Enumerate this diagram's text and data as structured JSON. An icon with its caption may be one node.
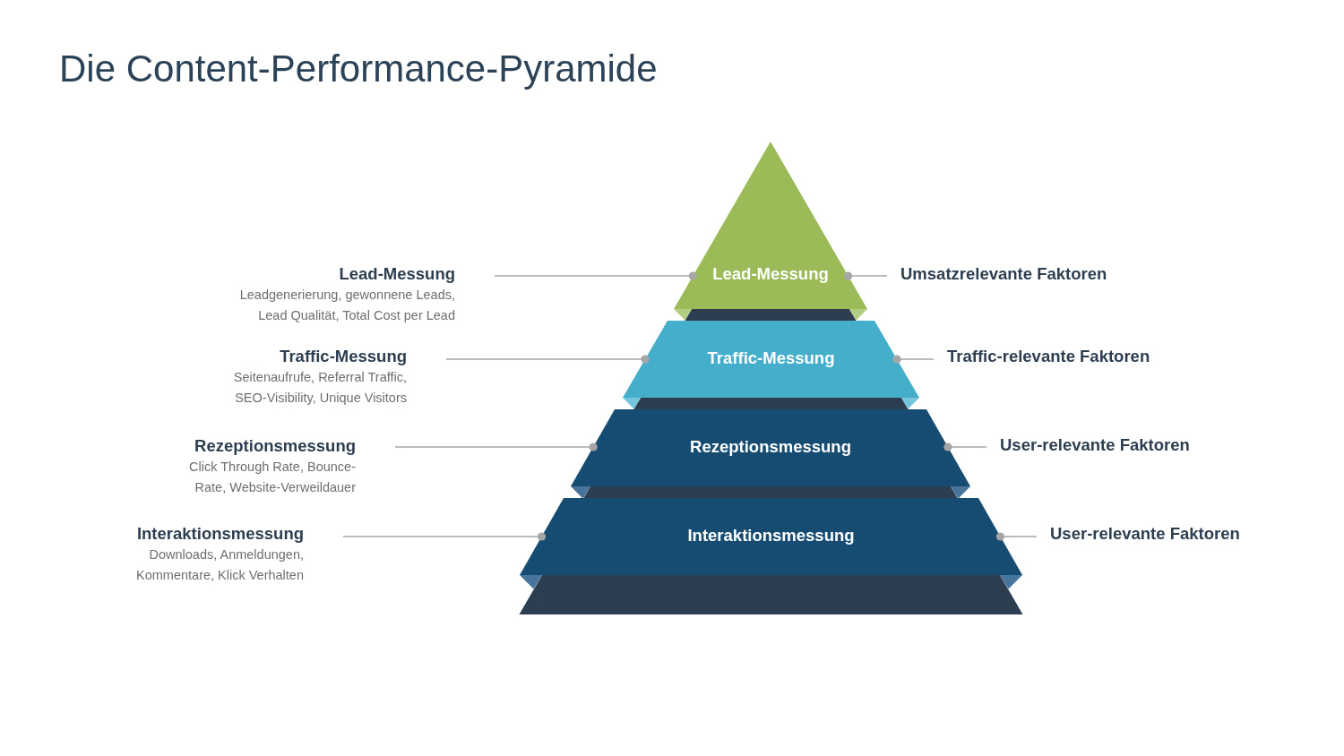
{
  "diagram": {
    "title": "Die Content-Performance-Pyramide",
    "nodes": [
      {
        "text": [
          "Lead-Messung",
          "Leadgenerierung, gewonnene Leads, Lead Qualität, Total Cost per Lead"
        ]
      },
      {
        "text": [
          "Lead-Messung"
        ]
      },
      {
        "text": [
          "Umsatzrelevante Faktoren"
        ]
      },
      {
        "text": [
          "Traffic-Messung",
          "Seitenaufrufe, Referral Traffic, SEO-Visibility, Unique Visitors"
        ]
      },
      {
        "text": [
          "Traffic-Messung"
        ]
      },
      {
        "text": [
          "Traffic-relevante Faktoren"
        ]
      },
      {
        "text": [
          "Rezeptionsmessung",
          "Click Through Rate, Bounce-Rate, Website-Verweildauer"
        ]
      },
      {
        "text": [
          "Rezeptionsmessung"
        ]
      },
      {
        "text": [
          "User-relevante Faktoren"
        ]
      },
      {
        "text": [
          "Interaktionsmessung",
          "Downloads, Anmeldungen, Kommentare, Klick Verhalten"
        ]
      },
      {
        "text": [
          "Interaktionsmessung"
        ]
      },
      {
        "text": [
          "User-relevante Faktoren"
        ]
      }
    ],
    "edges": [
      {
        "from": 0,
        "to": 1,
        "arrow": "other"
      },
      {
        "from": 2,
        "to": 1,
        "arrow": "other"
      },
      {
        "from": 3,
        "to": 4,
        "arrow": "other"
      },
      {
        "from": 5,
        "to": 4,
        "arrow": "other"
      },
      {
        "from": 6,
        "to": 7,
        "arrow": "other"
      },
      {
        "from": 8,
        "to": 7,
        "arrow": "other"
      },
      {
        "from": 9,
        "to": 10,
        "arrow": "other"
      },
      {
        "from": 11,
        "to": 10,
        "arrow": "other"
      }
    ]
  }
}
